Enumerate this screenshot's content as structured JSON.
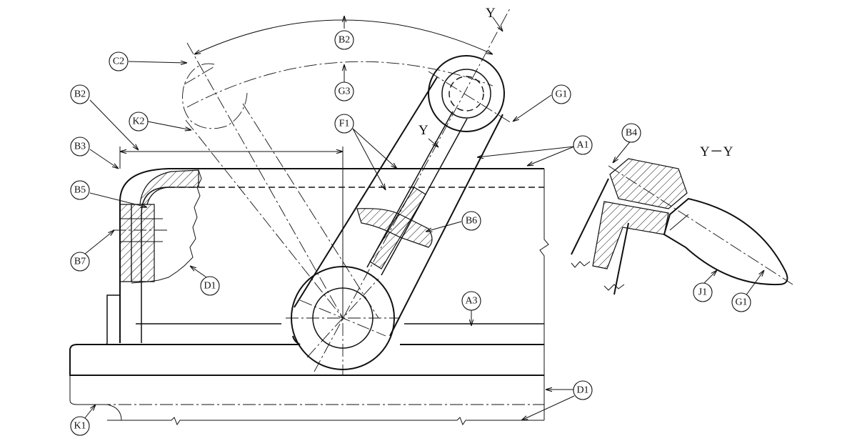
{
  "callouts": {
    "b2_top": "B2",
    "c2": "C2",
    "g3": "G3",
    "g1_top": "G1",
    "b2_left": "B2",
    "k2": "K2",
    "f1": "F1",
    "a1": "A1",
    "b4": "B4",
    "b3": "B3",
    "b5": "B5",
    "b6": "B6",
    "b7": "B7",
    "d1_mid": "D1",
    "a3": "A3",
    "j1": "J1",
    "g1_right": "G1",
    "d1_right": "D1",
    "k1": "K1"
  },
  "section": {
    "mark_top": "Y",
    "mark_mid": "Y",
    "title": "Y－Y"
  }
}
